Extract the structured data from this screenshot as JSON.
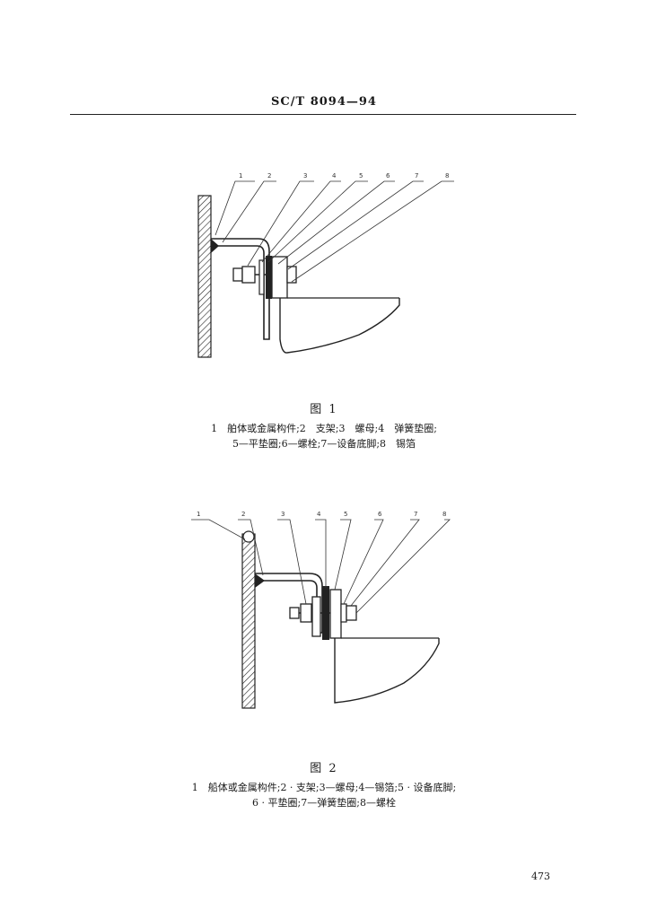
{
  "header": {
    "standard_code": "SC/T 8094—94"
  },
  "figure1": {
    "label": "图 1",
    "callouts": [
      "1",
      "2",
      "3",
      "4",
      "5",
      "6",
      "7",
      "8"
    ],
    "legend_line1": "1　舶体或金属构件;2　支架;3　螺母;4　弹簧垫圈;",
    "legend_line2": "5—平垫圈;6—螺栓;7—设备底脚;8　锡箔"
  },
  "figure2": {
    "label": "图 2",
    "callouts": [
      "1",
      "2",
      "3",
      "4",
      "5",
      "6",
      "7",
      "8"
    ],
    "legend_line1": "1　船体或金属构件;2 · 支架;3—螺母;4—锡箔;5 · 设备底脚;",
    "legend_line2": "6 · 平垫圈;7—弹簧垫圈;8—螺栓"
  },
  "page_number": "473"
}
